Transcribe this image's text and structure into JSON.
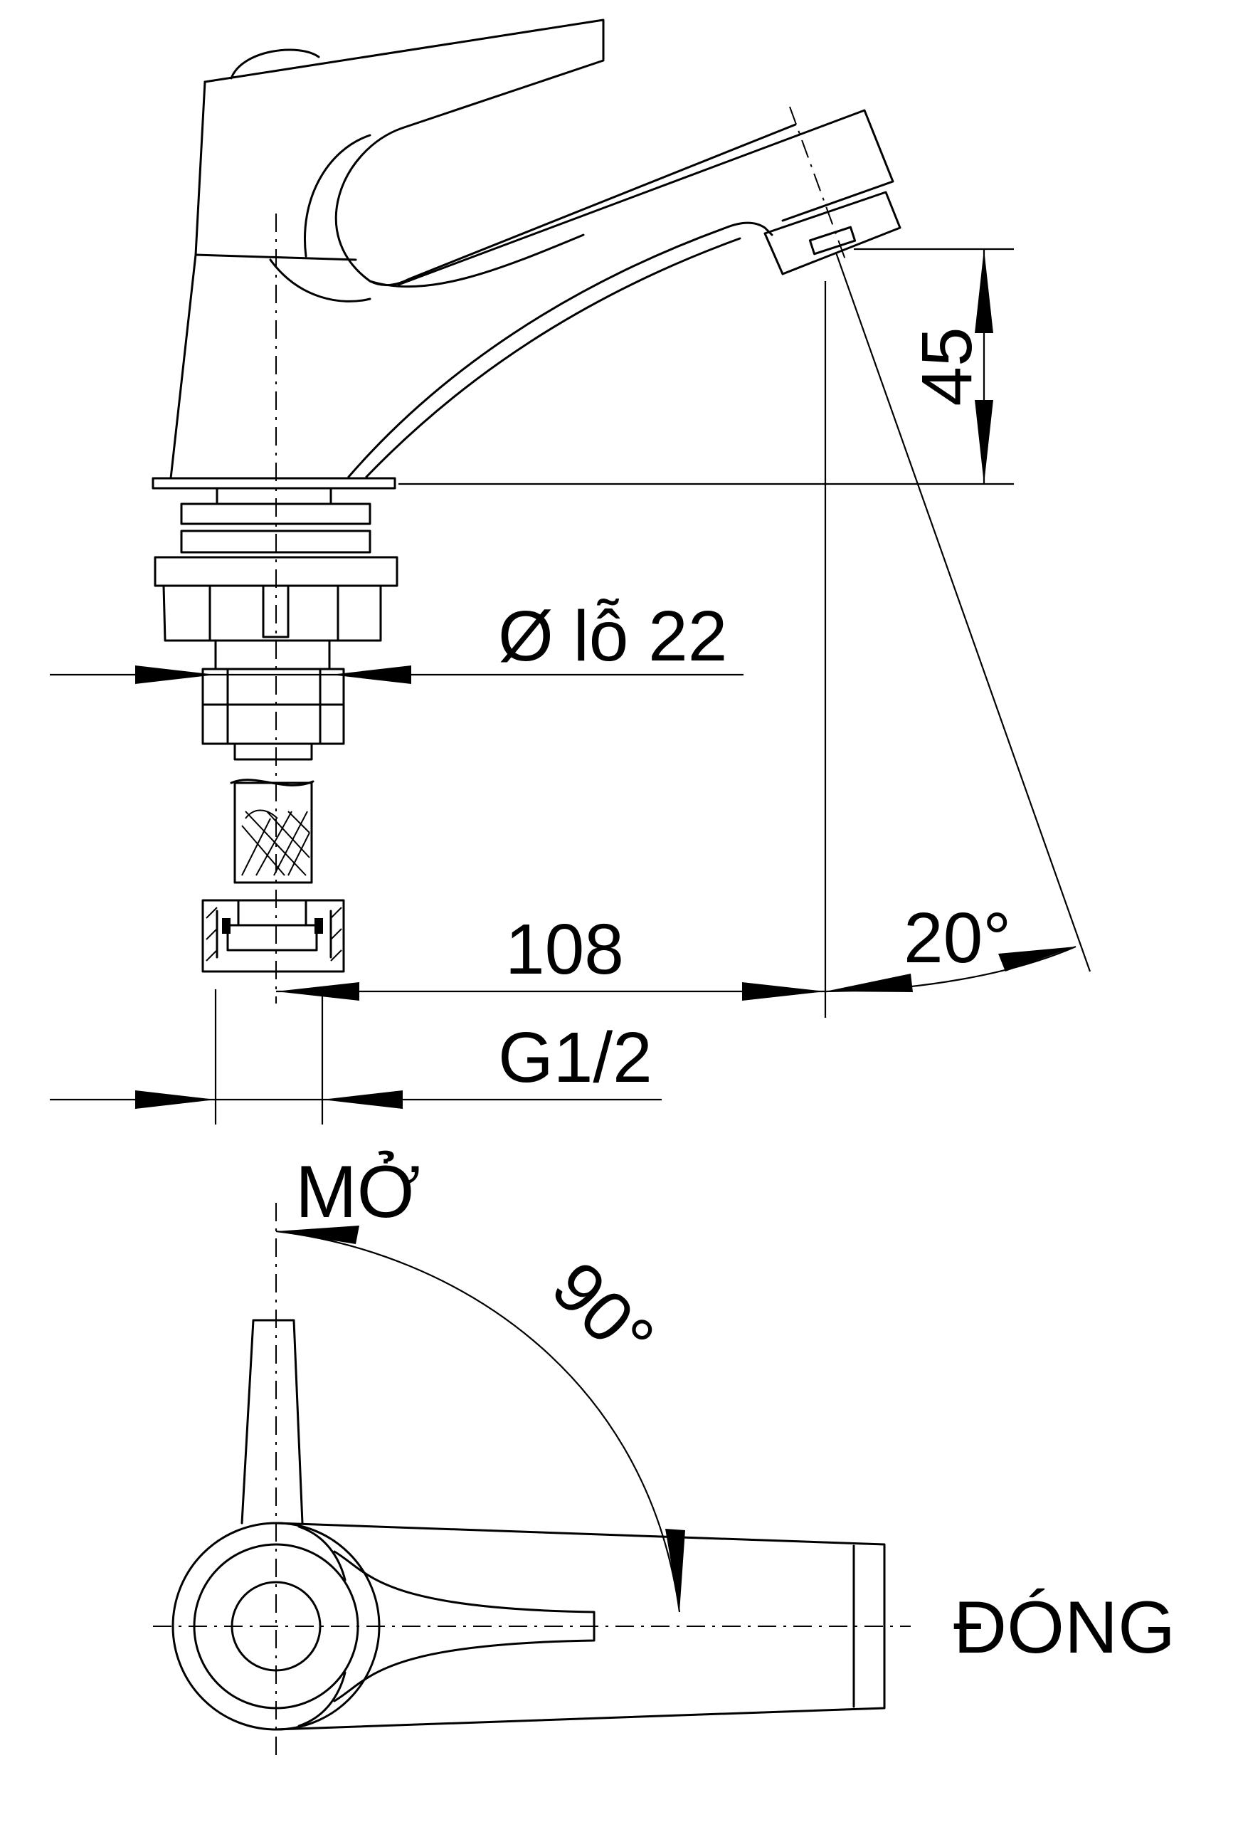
{
  "labels": {
    "height_dim": "45",
    "hole_dim": "Ø lỗ 22",
    "reach_dim": "108",
    "angle_dim": "20°",
    "thread_dim": "G1/2",
    "open_label": "MỞ",
    "rotation_dim": "90°",
    "close_label": "ĐÓNG"
  }
}
